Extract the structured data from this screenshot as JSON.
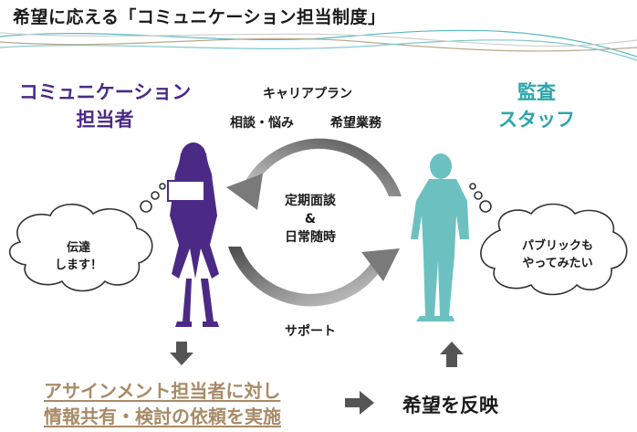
{
  "title": "希望に応える「コミュニケーション担当制度」",
  "left_role": [
    "コミュニケーション",
    "担当者"
  ],
  "right_role": [
    "監査",
    "スタッフ"
  ],
  "top_labels": {
    "career": "キャリアプラン",
    "consult": "相談・悩み",
    "hope": "希望業務"
  },
  "center": [
    "定期面談",
    "&",
    "日常随時"
  ],
  "support": "サポート",
  "left_bubble": [
    "伝達",
    "します！"
  ],
  "right_bubble": [
    "パブリックも",
    "やってみたい"
  ],
  "bottom_left": [
    "アサインメント担当者に対し",
    "情報共有・検討の依頼を実施"
  ],
  "bottom_right": "希望を反映",
  "colors": {
    "purple": "#4b2a86",
    "teal": "#2aa5a8",
    "tan": "#a88a66",
    "arrow_gray": "#6a6a6a"
  }
}
